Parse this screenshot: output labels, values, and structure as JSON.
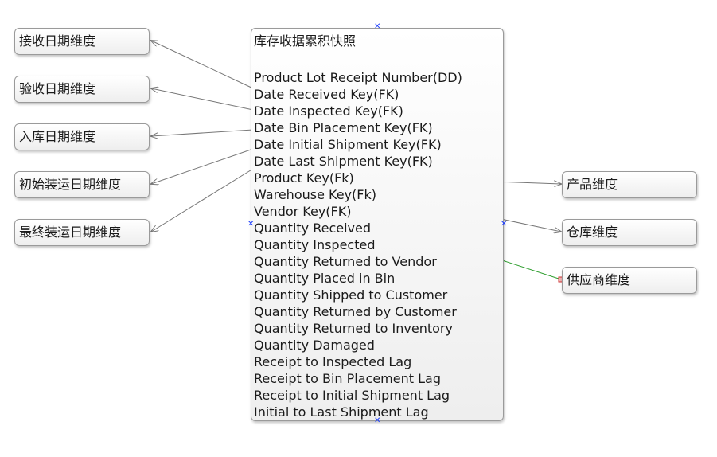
{
  "fact_table": {
    "title": "库存收据累积快照",
    "fields": [
      "Product Lot Receipt Number(DD)",
      "Date Received Key(FK)",
      "Date Inspected Key(FK)",
      "Date Bin Placement Key(FK)",
      "Date Initial Shipment Key(FK)",
      "Date Last Shipment Key(FK)",
      "Product Key(Fk)",
      "Warehouse Key(Fk)",
      "Vendor Key(FK)",
      "Quantity Received",
      "Quantity Inspected",
      "Quantity Returned to Vendor",
      "Quantity Placed in Bin",
      "Quantity Shipped to Customer",
      "Quantity Returned by Customer",
      "Quantity Returned to Inventory",
      "Quantity Damaged",
      "Receipt to Inspected Lag",
      "Receipt to Bin Placement Lag",
      "Receipt to Initial Shipment Lag",
      "Initial to Last Shipment Lag"
    ]
  },
  "left_dimensions": [
    "接收日期维度",
    "验收日期维度",
    "入库日期维度",
    "初始装运日期维度",
    "最终装运日期维度"
  ],
  "right_dimensions": [
    "产品维度",
    "仓库维度",
    "供应商维度"
  ],
  "colors": {
    "connector": "#777777",
    "selected_connector": "#2e9e2e",
    "handle": "#1a3cff"
  }
}
